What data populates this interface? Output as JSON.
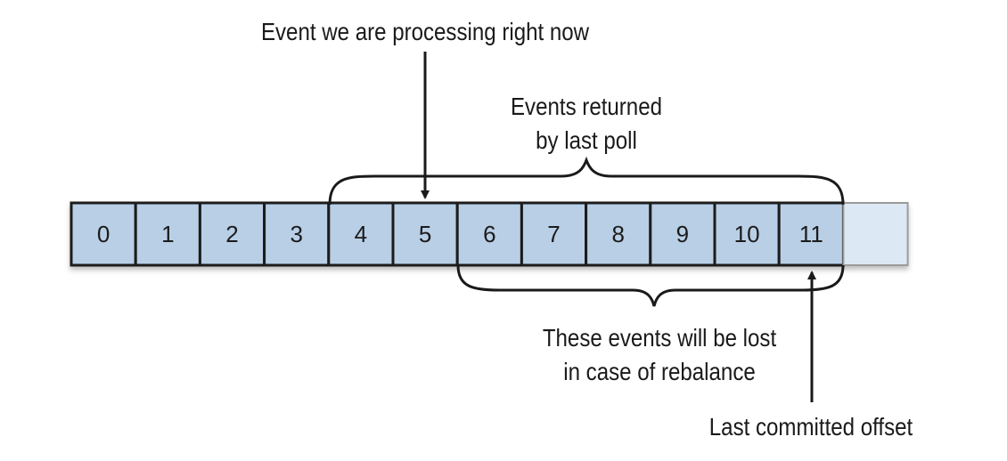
{
  "offsets": [
    "0",
    "1",
    "2",
    "3",
    "4",
    "5",
    "6",
    "7",
    "8",
    "9",
    "10",
    "11",
    ""
  ],
  "labels": {
    "processing_now": "Event we are processing right now",
    "returned_line1": "Events returned",
    "returned_line2": "by last poll",
    "lost_line1": "These events will be lost",
    "lost_line2": "in case of rebalance",
    "last_committed": "Last committed offset"
  },
  "colors": {
    "cell_fill": "#b8cfe6",
    "empty_cell_fill": "#dce8f3",
    "stroke": "#1a1a1a"
  }
}
